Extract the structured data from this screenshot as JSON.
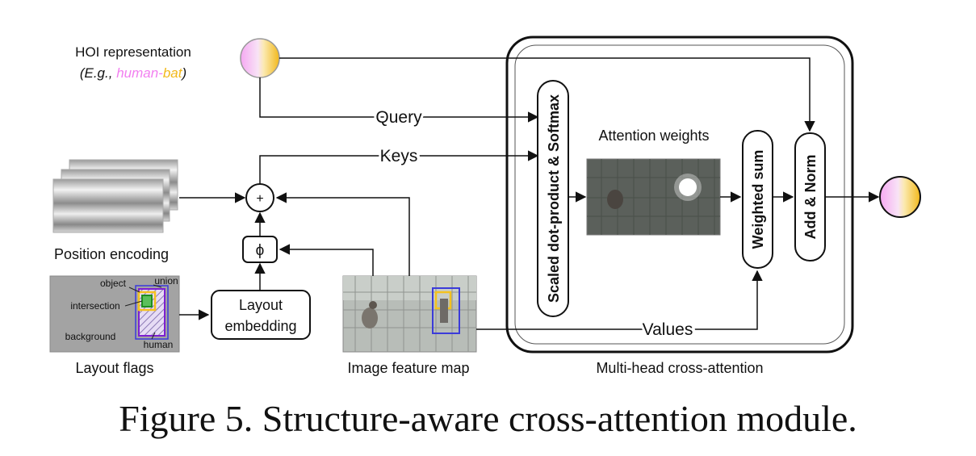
{
  "hoi": {
    "title": "HOI representation",
    "example_prefix": "(E.g., ",
    "example_human": "human",
    "example_dash": "-",
    "example_object": "bat",
    "example_suffix": ")"
  },
  "labels": {
    "query": "Query",
    "keys": "Keys",
    "values": "Values",
    "position_encoding": "Position encoding",
    "layout_flags": "Layout flags",
    "image_feature_map": "Image feature map",
    "attention_weights": "Attention weights",
    "multi_head": "Multi-head cross-attention",
    "plus": "+",
    "phi": "ϕ"
  },
  "layout_embedding": {
    "line1": "Layout",
    "line2": "embedding"
  },
  "flags": {
    "object": "object",
    "union": "union",
    "intersection": "intersection",
    "background": "background",
    "human": "human"
  },
  "blocks": {
    "scaled_dot": "Scaled dot-product & Softmax",
    "weighted_sum": "Weighted sum",
    "add_norm": "Add & Norm"
  },
  "caption": "Figure 5. Structure-aware cross-attention module.",
  "colors": {
    "human_pink": "#f27ff0",
    "object_yellow": "#f4c21f",
    "union_blue": "#3b3bd9",
    "intersection_green": "#2ca02c",
    "line": "#111111"
  }
}
